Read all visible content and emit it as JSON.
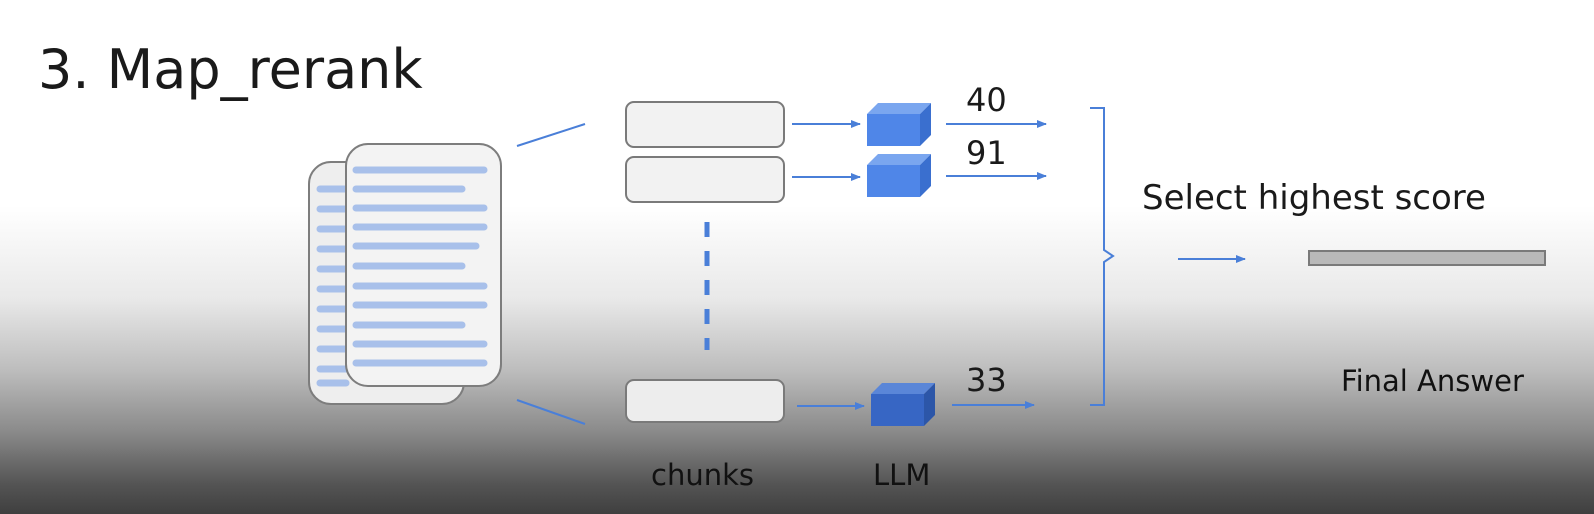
{
  "title": "3. Map_rerank",
  "scores": [
    "40",
    "91",
    "33"
  ],
  "select_label": "Select highest score",
  "final_label": "Final Answer",
  "chunks_label": "chunks",
  "llm_label": "LLM",
  "colors": {
    "arrow": "#4a7fd8",
    "cube_light": "#4f86e8",
    "cube_dark": "#3766c4",
    "doc_line": "#a8c0ea",
    "chunk_fill": "#f2f2f2",
    "answer_bar": "#b9b9b9"
  },
  "icons": [
    "documents-icon",
    "chunk-box",
    "llm-cube-icon",
    "arrow-icon",
    "bracket-icon",
    "answer-bar"
  ]
}
